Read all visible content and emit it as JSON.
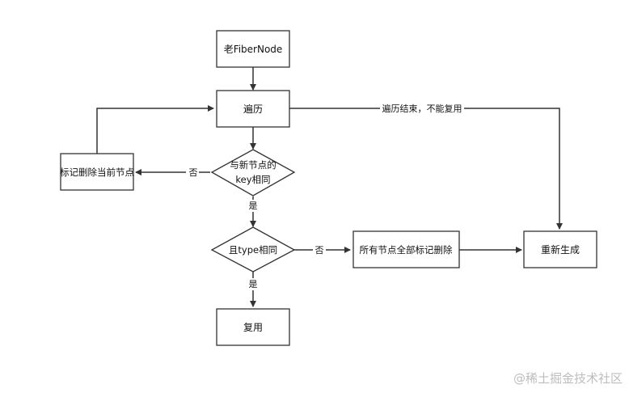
{
  "nodes": {
    "old_fiber": "老FiberNode",
    "traverse": "遍历",
    "key_check": [
      "与新节点的",
      "key相同"
    ],
    "type_check": "且type相同",
    "mark_delete_current": "标记删除当前节点",
    "mark_delete_all": "所有节点全部标记删除",
    "regenerate": "重新生成",
    "reuse": "复用"
  },
  "edge_labels": {
    "traverse_end": "遍历结束，不能复用",
    "key_no": "否",
    "key_yes": "是",
    "type_no": "否",
    "type_yes": "是"
  },
  "watermark": "@稀土掘金技术社区"
}
